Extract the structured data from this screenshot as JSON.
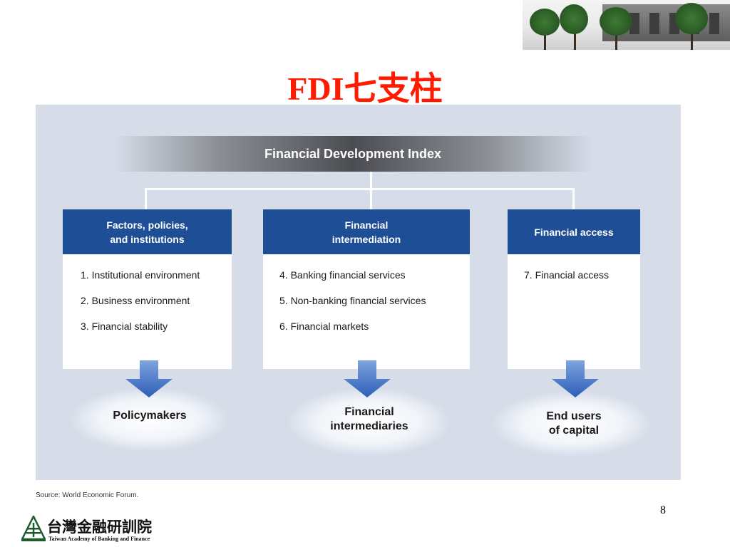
{
  "slide": {
    "title": "FDI七支柱",
    "page_number": "8"
  },
  "diagram": {
    "top_label": "Financial Development Index",
    "columns": [
      {
        "header_lines": [
          "Factors, policies,",
          "and institutions"
        ],
        "items": [
          "1.  Institutional environment",
          "2.  Business environment",
          "3.  Financial stability"
        ],
        "outcome_lines": [
          "Policymakers"
        ]
      },
      {
        "header_lines": [
          "Financial",
          "intermediation"
        ],
        "items": [
          "4.  Banking financial services",
          "5.  Non-banking financial services",
          "6.  Financial markets"
        ],
        "outcome_lines": [
          "Financial",
          "intermediaries"
        ]
      },
      {
        "header_lines": [
          "Financial access"
        ],
        "items": [
          "7.  Financial access"
        ],
        "outcome_lines": [
          "End users",
          "of capital"
        ]
      }
    ],
    "source": "Source: World Economic Forum."
  },
  "logo": {
    "name_zh": "台灣金融研訓院",
    "name_en": "Taiwan Academy of Banking and Finance"
  },
  "colors": {
    "title": "#ff1a00",
    "header_blue": "#1e4f96",
    "panel": "#d6dde9",
    "arrow": "#3b6cc2"
  }
}
